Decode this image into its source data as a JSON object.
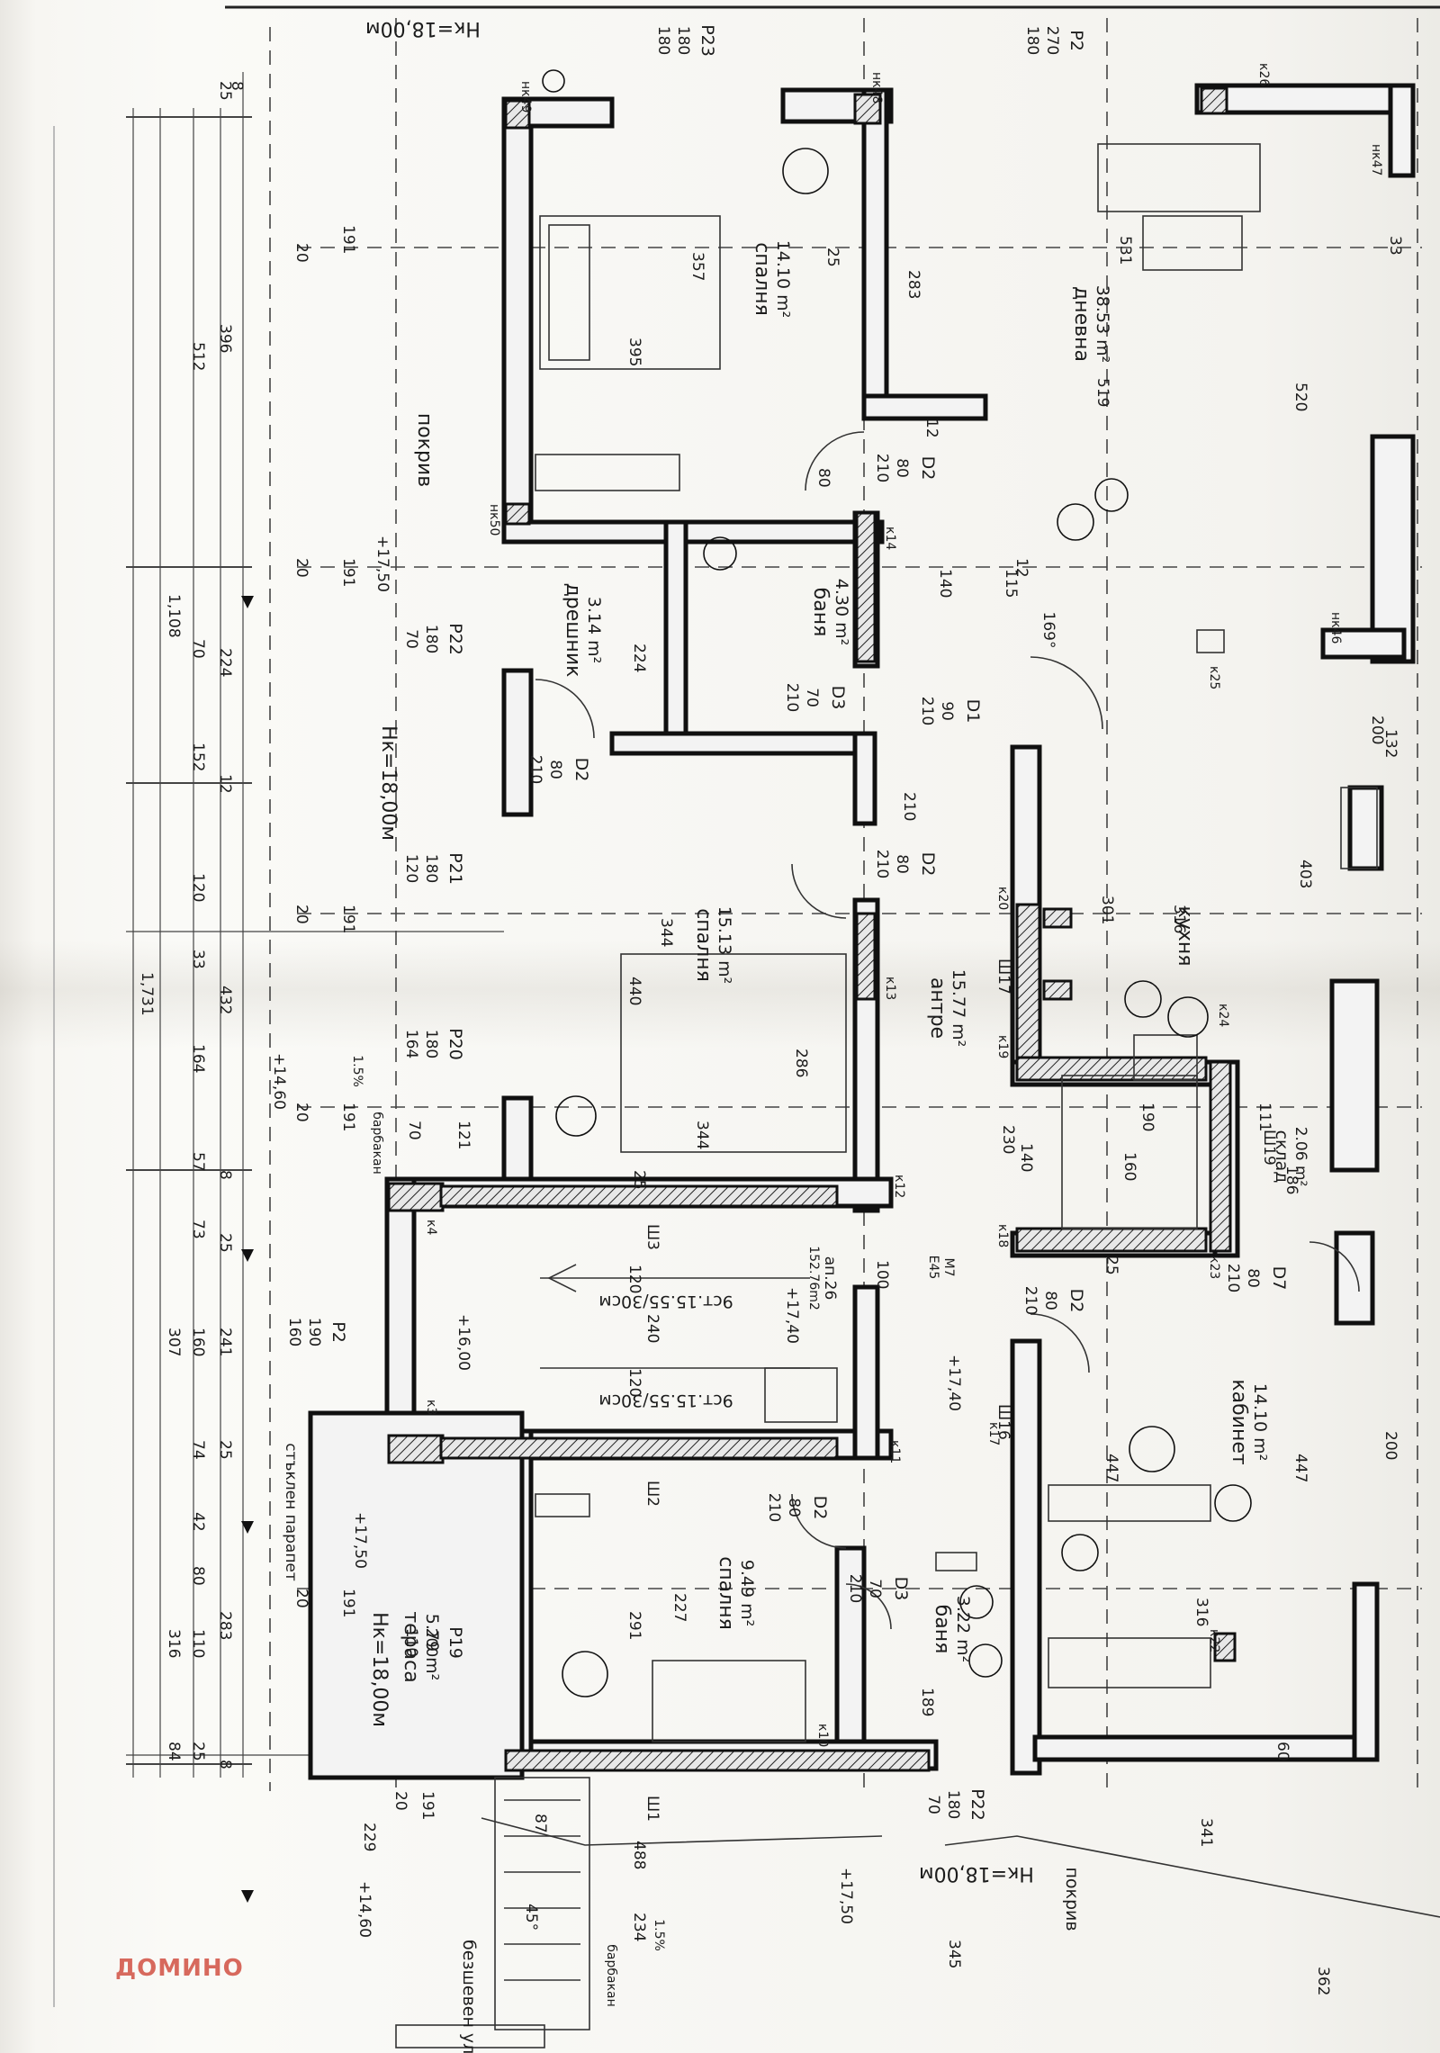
{
  "watermark": "ДОМИНО",
  "heights": {
    "top": "Нк=18,00м",
    "bottom": "Нк=18,00м",
    "middle": "Нк=18,00м",
    "terrace": "Нк=18,00м"
  },
  "levels": [
    "+17,50",
    "+14,60",
    "+16,00",
    "+17,40",
    "+17,40",
    "+17,50",
    "+14,60",
    "+17,50"
  ],
  "rooms": [
    {
      "name": "спалня",
      "area": "14.10 m²"
    },
    {
      "name": "дневна",
      "area": "38.53 m²"
    },
    {
      "name": "дрешник",
      "area": "3.14 m²"
    },
    {
      "name": "баня",
      "area": "4.30 m²"
    },
    {
      "name": "спалня",
      "area": "15.13 m²"
    },
    {
      "name": "антре",
      "area": "15.77 m²"
    },
    {
      "name": "кухня",
      "area": ""
    },
    {
      "name": "склад",
      "area": "2.06 m²"
    },
    {
      "name": "кабинет",
      "area": "14.10 m²"
    },
    {
      "name": "спалня",
      "area": "9.49 m²"
    },
    {
      "name": "баня",
      "area": "3.22 m²"
    },
    {
      "name": "тераса",
      "area": "5.79 m²"
    }
  ],
  "roof_labels": [
    "покрив",
    "покрив"
  ],
  "misc": {
    "parapet": "стъклен парапет",
    "gutter": "безшевен улук",
    "barbakan1": "барбакан",
    "barbakan2": "барбакан",
    "slope1": "1.5%",
    "slope2": "1.5%",
    "angle": "45°",
    "stairs1": "9ст.15.55/30см",
    "stairs2": "9ст.15.55/30см",
    "apartment": "ап.26",
    "apartment_area": "152.76m2",
    "angle_door": "169°",
    "elevator": "E45",
    "elevator_tag": "M7"
  },
  "doors": [
    {
      "code": "D2",
      "w": "80",
      "h": "210"
    },
    {
      "code": "D1",
      "w": "90",
      "h": "210"
    },
    {
      "code": "D3",
      "w": "70",
      "h": "210"
    },
    {
      "code": "D2",
      "w": "80",
      "h": "210"
    },
    {
      "code": "D2",
      "w": "80",
      "h": "210"
    },
    {
      "code": "D7",
      "w": "80",
      "h": "210"
    },
    {
      "code": "D2",
      "w": "80",
      "h": "210"
    },
    {
      "code": "D2",
      "w": "80",
      "h": "210"
    },
    {
      "code": "D3",
      "w": "70",
      "h": "210"
    }
  ],
  "windows": [
    {
      "code": "P23",
      "w": "180",
      "h": "180"
    },
    {
      "code": "P2",
      "w": "270",
      "h": "180"
    },
    {
      "code": "P22",
      "w": "180",
      "h": "70"
    },
    {
      "code": "P21",
      "w": "180",
      "h": "120"
    },
    {
      "code": "P20",
      "w": "180",
      "h": "164"
    },
    {
      "code": "P2",
      "w": "190",
      "h": "160"
    },
    {
      "code": "P19",
      "w": "200",
      "h": "110"
    },
    {
      "code": "P22",
      "w": "180",
      "h": "70"
    }
  ],
  "chimneys": [
    "нк49",
    "нк48",
    "нк47",
    "нк50",
    "нк46"
  ],
  "columns": [
    "к14",
    "к13",
    "к12",
    "к4",
    "к3",
    "к11",
    "к10",
    "к17",
    "к18",
    "к19",
    "к20",
    "к23",
    "к24",
    "к22",
    "к25",
    "к26"
  ],
  "shafts": [
    "Ш17",
    "Ш19",
    "Ш16",
    "Ш1",
    "Ш2",
    "Ш3"
  ],
  "dims": {
    "top_chain": [
      "1,731",
      "1,108",
      "512",
      "396",
      "25",
      "8"
    ],
    "second_chain": [
      "224",
      "70",
      "152",
      "12",
      "120",
      "33",
      "432",
      "164",
      "57",
      "8",
      "73",
      "25",
      "307",
      "160",
      "241",
      "74",
      "25",
      "42",
      "80",
      "316",
      "110",
      "283",
      "84",
      "25",
      "8"
    ],
    "left_col": [
      "191",
      "20",
      "191",
      "20",
      "191",
      "20",
      "191",
      "20",
      "191",
      "20",
      "191",
      "20"
    ],
    "misc_numbers": [
      "357",
      "395",
      "283",
      "519",
      "520",
      "531",
      "33",
      "12",
      "25",
      "210",
      "80",
      "140",
      "115",
      "12",
      "224",
      "286",
      "440",
      "344",
      "344",
      "121",
      "70",
      "25",
      "120",
      "240",
      "120",
      "447",
      "447",
      "316",
      "291",
      "227",
      "189",
      "488",
      "341",
      "345",
      "362",
      "229",
      "87",
      "234",
      "132",
      "200",
      "403",
      "301",
      "316",
      "111",
      "186",
      "190",
      "230",
      "140",
      "160",
      "100",
      "25",
      "200",
      "60"
    ]
  }
}
